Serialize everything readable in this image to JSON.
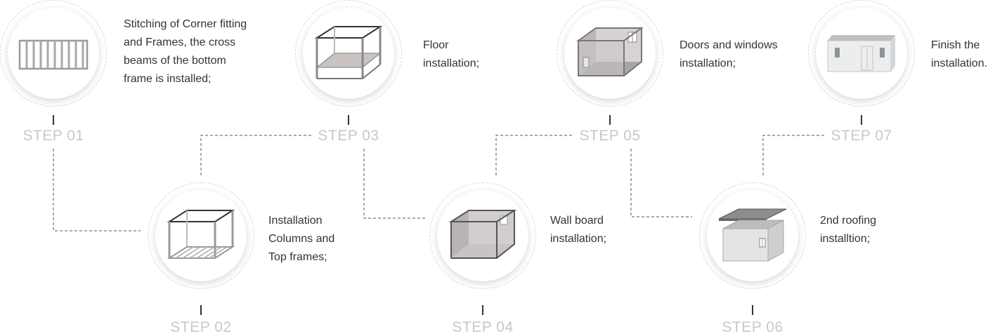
{
  "steps": [
    {
      "label": "STEP 01",
      "text": "Stitching of Corner fitting\nand Frames, the cross\nbeams of the bottom\nframe is installed;",
      "image": "container-bottom-frame-beams-icon"
    },
    {
      "label": "STEP 02",
      "text": "Installation\nColumns and\nTop frames;",
      "image": "container-columns-top-frame-icon"
    },
    {
      "label": "STEP 03",
      "text": "Floor\ninstallation;",
      "image": "container-floor-icon"
    },
    {
      "label": "STEP 04",
      "text": "Wall board\ninstallation;",
      "image": "container-wall-board-icon"
    },
    {
      "label": "STEP 05",
      "text": "Doors and windows\ninstallation;",
      "image": "container-doors-windows-icon"
    },
    {
      "label": "STEP 06",
      "text": "2nd roofing\ninstalltion;",
      "image": "container-roofing-icon"
    },
    {
      "label": "STEP 07",
      "text": "Finish the\ninstallation.",
      "image": "finished-container-house-icon"
    }
  ],
  "colors": {
    "step_label": "#c8c8c8",
    "text": "#333333",
    "connector": "#555555",
    "circle_border": "#d6d6d6"
  }
}
